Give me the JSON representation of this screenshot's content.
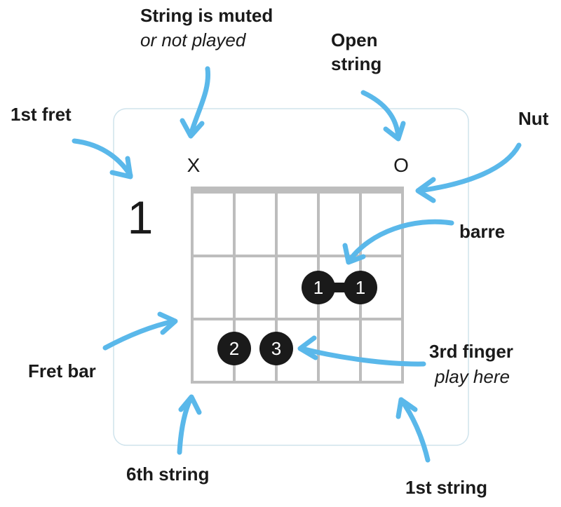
{
  "labels": {
    "muted_title": "String is muted",
    "muted_sub": "or not played",
    "open_line1": "Open",
    "open_line2": "string",
    "first_fret": "1st fret",
    "nut": "Nut",
    "barre": "barre",
    "fret_bar": "Fret bar",
    "third_finger": "3rd finger",
    "third_finger_sub": "play here",
    "sixth_string": "6th string",
    "first_string": "1st string"
  },
  "chord": {
    "fret_number": "1",
    "muted_marker": "X",
    "open_marker": "O",
    "fingers": [
      {
        "label": "1",
        "string": 3,
        "fret": 2
      },
      {
        "label": "1",
        "string": 2,
        "fret": 2
      },
      {
        "label": "2",
        "string": 5,
        "fret": 3
      },
      {
        "label": "3",
        "string": 4,
        "fret": 3
      }
    ]
  },
  "colors": {
    "arrow": "#5ab8ea",
    "grid": "#bdbdbd",
    "dot": "#1a1a1a",
    "card_border": "#cfe3ec"
  }
}
